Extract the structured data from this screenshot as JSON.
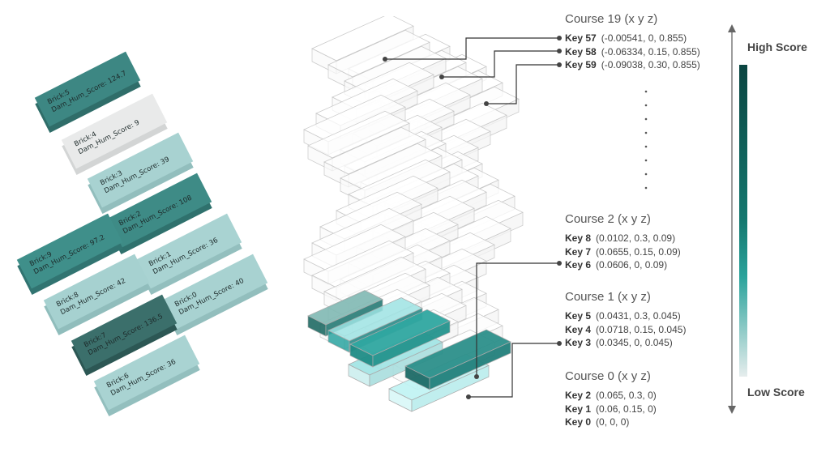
{
  "bricks": [
    {
      "id": "Brick:5",
      "score": "Dam_Hum_Score: 124.7",
      "color": "#3d8783",
      "side": "#2f6d69"
    },
    {
      "id": "Brick:4",
      "score": "Dam_Hum_Score: 9",
      "color": "#e9eaea",
      "side": "#d3d5d5"
    },
    {
      "id": "Brick:3",
      "score": "Dam_Hum_Score: 39",
      "color": "#a8d2d1",
      "side": "#92bebd"
    },
    {
      "id": "Brick:2",
      "score": "Dam_Hum_Score: 108",
      "color": "#3e8b86",
      "side": "#2f716d"
    },
    {
      "id": "Brick:9",
      "score": "Dam_Hum_Score: 97.2",
      "color": "#3f8f8a",
      "side": "#317471"
    },
    {
      "id": "Brick:1",
      "score": "Dam_Hum_Score: 36",
      "color": "#a9d3d2",
      "side": "#93bfbe"
    },
    {
      "id": "Brick:8",
      "score": "Dam_Hum_Score: 42",
      "color": "#a6d1d0",
      "side": "#90bdbc"
    },
    {
      "id": "Brick:0",
      "score": "Dam_Hum_Score: 40",
      "color": "#a8d2d1",
      "side": "#92bebd"
    },
    {
      "id": "Brick:7",
      "score": "Dam_Hum_Score: 136.5",
      "color": "#3b6f6b",
      "side": "#2c5754"
    },
    {
      "id": "Brick:6",
      "score": "Dam_Hum_Score: 36",
      "color": "#a9d3d2",
      "side": "#93bfbe"
    }
  ],
  "courses": [
    {
      "title": "Course 19  (x y z)",
      "keys": [
        {
          "k": "Key 57",
          "v": "(-0.00541, 0, 0.855)"
        },
        {
          "k": "Key 58",
          "v": "(-0.06334, 0.15, 0.855)"
        },
        {
          "k": "Key 59",
          "v": "(-0.09038, 0.30, 0.855)"
        }
      ]
    },
    {
      "title": "Course 2  (x y z)",
      "keys": [
        {
          "k": "Key 8",
          "v": "(0.0102, 0.3, 0.09)"
        },
        {
          "k": "Key 7",
          "v": "(0.0655, 0.15, 0.09)"
        },
        {
          "k": "Key 6",
          "v": "(0.0606, 0, 0.09)"
        }
      ]
    },
    {
      "title": "Course 1  (x y z)",
      "keys": [
        {
          "k": "Key 5",
          "v": "(0.0431, 0.3, 0.045)"
        },
        {
          "k": "Key 4",
          "v": "(0.0718, 0.15, 0.045)"
        },
        {
          "k": "Key 3",
          "v": "(0.0345, 0, 0.045)"
        }
      ]
    },
    {
      "title": "Course 0  (x y z)",
      "keys": [
        {
          "k": "Key 2",
          "v": "(0.065, 0.3, 0)"
        },
        {
          "k": "Key 1",
          "v": "(0.06, 0.15, 0)"
        },
        {
          "k": "Key 0",
          "v": "(0, 0, 0)"
        }
      ]
    }
  ],
  "legend": {
    "high": "High Score",
    "low": "Low Score"
  }
}
